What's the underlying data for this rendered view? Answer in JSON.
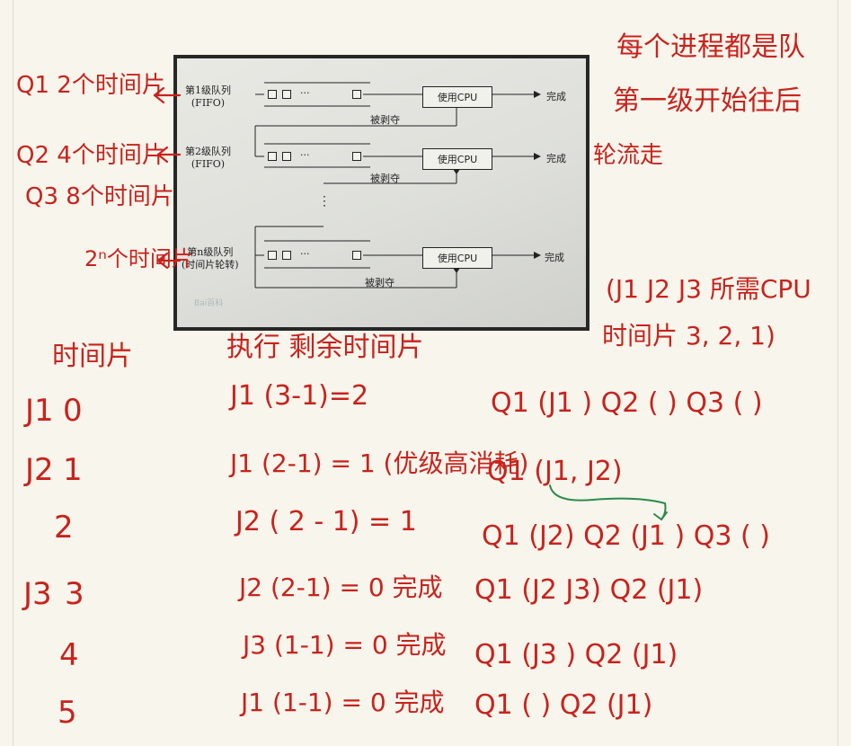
{
  "diagram": {
    "levels": [
      {
        "name": "第1级队列",
        "policy": "(FIFO)"
      },
      {
        "name": "第2级队列",
        "policy": "(FIFO)"
      },
      {
        "name": "第n级队列",
        "policy": "(时间片轮转)"
      }
    ],
    "use_cpu": "使用CPU",
    "done": "完成",
    "preempted": "被剥夺",
    "ellipsis": "···",
    "vdots": "⋮",
    "watermark": "Bai百科"
  },
  "annotations": {
    "q1": "Q1 2个时间片",
    "q2": "Q2 4个时间片",
    "q3": "Q3 8个时间片",
    "qn": "2ⁿ个时间片",
    "note_line1": "每个进程都是队",
    "note_line2": "第一级开始往后",
    "note_line3": "轮流走",
    "jobs_line1": "(J1 J2 J3 所需CPU",
    "jobs_line2": "时间片 3, 2, 1)"
  },
  "table": {
    "header_slice": "时间片",
    "header_exec": "执行 剩余时间片",
    "rows": [
      {
        "arrival": "J1",
        "slice": "0",
        "exec": "J1 (3-1)=2",
        "queues": "Q1 (J1 )  Q2 (    )  Q3 (    )"
      },
      {
        "arrival": "J2",
        "slice": "1",
        "exec": "J1 (2-1) = 1 (优级高消耗)",
        "queues": "Q1 (J1, J2)"
      },
      {
        "arrival": "",
        "slice": "2",
        "exec": "J2 ( 2 - 1) = 1",
        "queues": "Q1 (J2)  Q2 (J1 )  Q3 (    )"
      },
      {
        "arrival": "J3",
        "slice": "3",
        "exec": "J2 (2-1) = 0 完成",
        "queues": "Q1 (J2 J3)  Q2 (J1)"
      },
      {
        "arrival": "",
        "slice": "4",
        "exec": "J3 (1-1) = 0 完成",
        "queues": "Q1 (J3 )  Q2 (J1)"
      },
      {
        "arrival": "",
        "slice": "5",
        "exec": "J1 (1-1) = 0 完成",
        "queues": "Q1 (    )  Q2 (J1)"
      }
    ]
  },
  "colors": {
    "ink_red": "#c8231d",
    "ink_green": "#2c8a4a",
    "paper": "#f7f5ec"
  }
}
